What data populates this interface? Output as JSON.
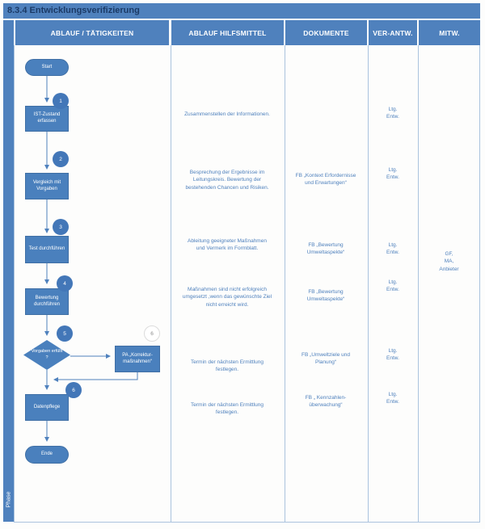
{
  "title": "8.3.4 Entwicklungsverifizierung",
  "accent_color": "#4f81bd",
  "table": {
    "headers": [
      "ABLAUF / TÄTIGKEITEN",
      "ABLAUF HILFSMITTEL",
      "DOKUMENTE",
      "VER-ANTW.",
      "MITW."
    ],
    "phase_label": "Phase"
  },
  "flow": {
    "start": "Start",
    "end": "Ende",
    "boxes": [
      "IST-Zustand\nerfassen",
      "Vergleich mit\nVorgaben",
      "Test durchführen",
      "Bewertung\ndurchführen",
      "Datenpflege"
    ],
    "decision": "Vorgaben erfüllt\n?",
    "correction_box": "PA „Korrektur-\nmaßnahmen“",
    "step_numbers": [
      "1",
      "2",
      "3",
      "4",
      "5",
      "6"
    ],
    "reference_number": "6"
  },
  "hilfsmittel": [
    "Zusammenstellen der Informationen.",
    "Besprechung der Ergebnisse im\nLeitungskreis. Bewertung der\nbestehenden Chancen und Risiken.",
    "Ableitung geeigneter Maßnahmen\nund Vermerk im Formblatt.",
    "Maßnahmen sind nicht erfolgreich\numgesetzt ,wenn das gewünschte Ziel\nnicht erreicht wird.",
    "Termin der nächsten Ermittlung\nfestlegen.",
    "Termin der nächsten Ermittlung\nfestlegen."
  ],
  "dokumente": [
    "FB „Kontext Erfordernisse\nund Erwartungen“",
    "FB „Bewertung\nUmweltaspekte“",
    "FB „Bewertung\nUmweltaspekte“",
    "FB „Umweltziele und\nPlanung“",
    "FB „ Kennzahlen-\nüberwachung“"
  ],
  "verantwortlich": "Ltg.\nEntw.",
  "mitwirkung": "GF,\nMA,\nAnbieter"
}
